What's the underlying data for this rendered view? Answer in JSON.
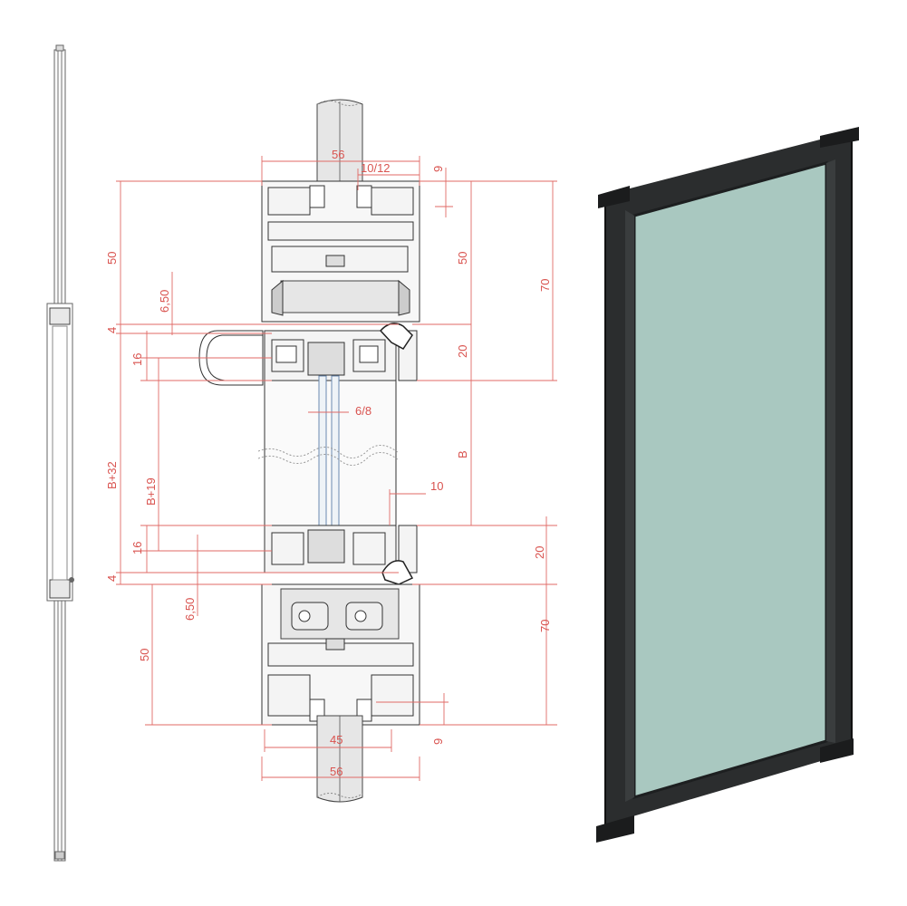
{
  "colors": {
    "dimension": "#d9534f",
    "profile_stroke": "#333333",
    "frame_3d": "#2b2d2e",
    "glass": "#a9c8c0"
  },
  "dimensions": {
    "top_width": "56",
    "glass_pocket": "10/12",
    "top_9": "9",
    "left_50": "50",
    "left_650": "6,50",
    "left_4_top": "4",
    "left_16_top": "16",
    "left_b32": "B+32",
    "left_b19": "B+19",
    "left_16_bot": "16",
    "left_4_bot": "4",
    "left_650_bot": "6,50",
    "left_50_bot": "50",
    "mid_50": "50",
    "mid_20_top": "20",
    "mid_b": "B",
    "right_70_top": "70",
    "right_20_bot": "20",
    "right_70_bot": "70",
    "glass_68": "6/8",
    "ten": "10",
    "bottom_45": "45",
    "bottom_56": "56",
    "bottom_9": "9"
  }
}
